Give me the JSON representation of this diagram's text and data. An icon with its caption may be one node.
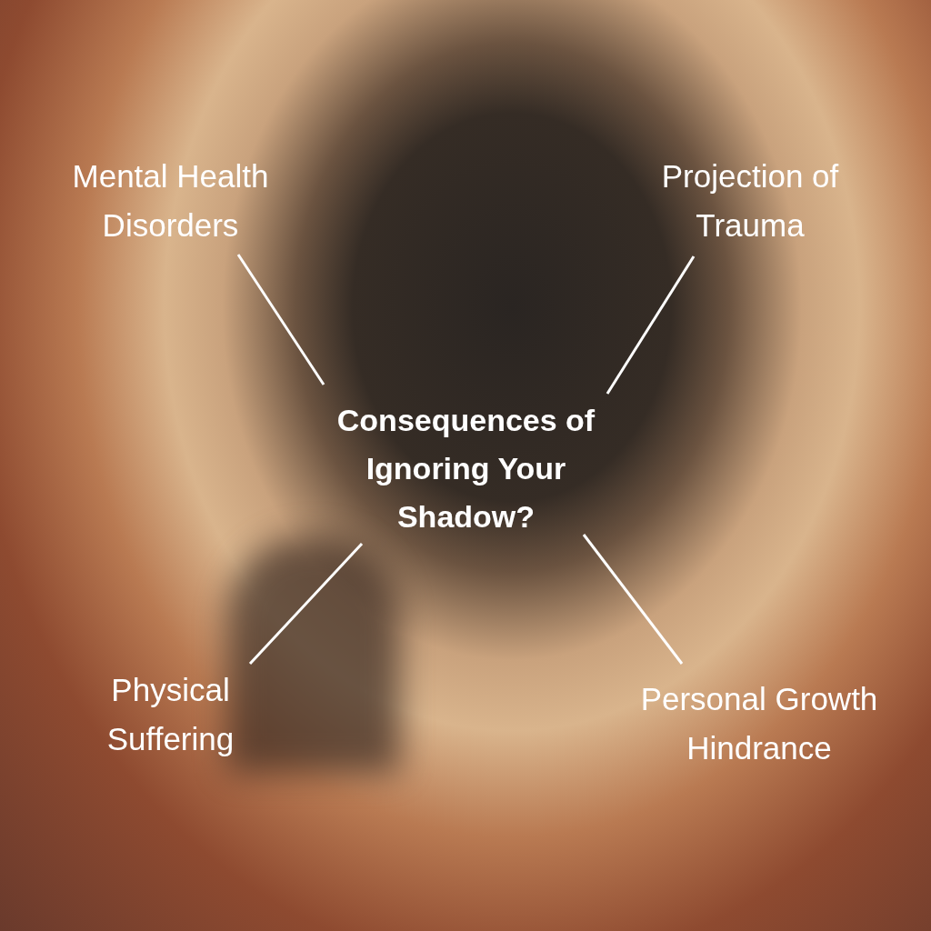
{
  "diagram": {
    "nodes": [
      {
        "text": [
          "Mental Health Disorders"
        ]
      },
      {
        "text": [
          "Projection of Trauma"
        ]
      },
      {
        "text": [
          "Consequences of Ignoring Your Shadow?"
        ]
      },
      {
        "text": [
          "Physical Suffering"
        ]
      },
      {
        "text": [
          "Personal Growth Hindrance"
        ]
      }
    ],
    "edges": [
      {
        "from": 2,
        "to": 0,
        "arrow": "none"
      },
      {
        "from": 2,
        "to": 1,
        "arrow": "none"
      },
      {
        "from": 2,
        "to": 3,
        "arrow": "none"
      },
      {
        "from": 2,
        "to": 4,
        "arrow": "none"
      }
    ]
  }
}
